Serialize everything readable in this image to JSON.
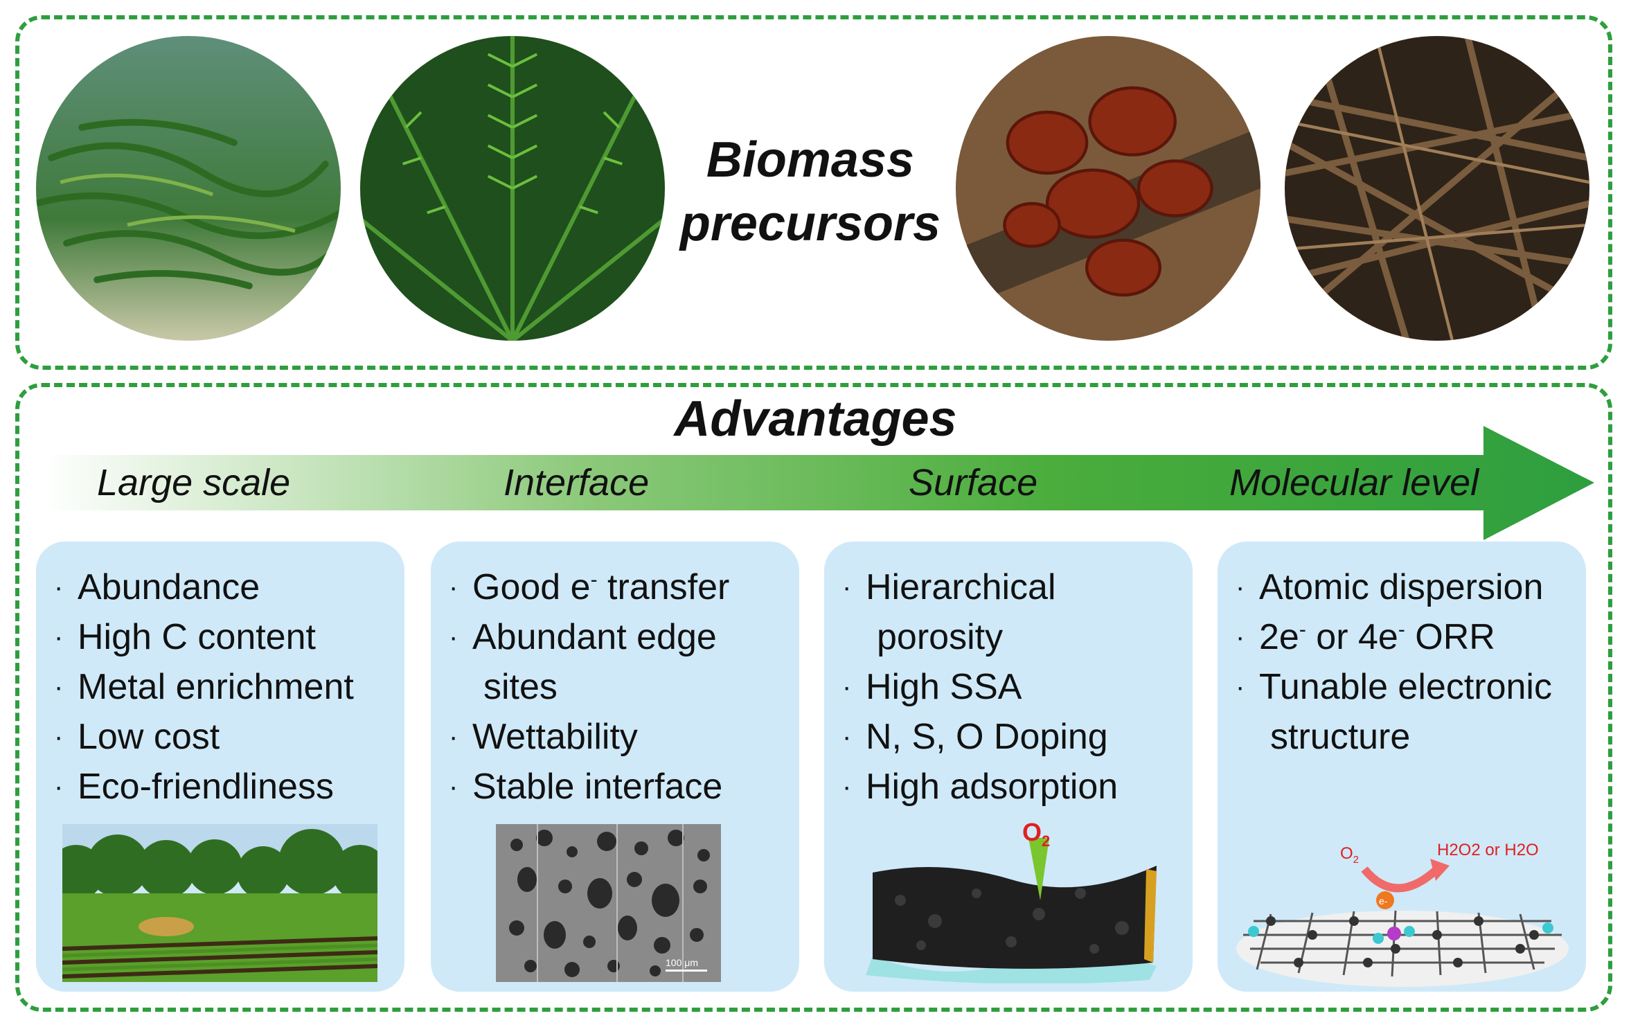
{
  "title": "Biomass precursors",
  "title_lines": [
    "Biomass",
    "precursors"
  ],
  "subtitle": "Advantages",
  "arrow_labels": [
    "Large scale",
    "Interface",
    "Surface",
    "Molecular level"
  ],
  "panels": [
    {
      "items": [
        {
          "text": "Abundance"
        },
        {
          "text": "High C content"
        },
        {
          "text": "Metal enrichment"
        },
        {
          "text": "Low cost"
        },
        {
          "text": "Eco-friendliness"
        }
      ]
    },
    {
      "items": [
        {
          "pre": "Good e",
          "sup": "-",
          "post": " transfer"
        },
        {
          "text": "Abundant edge",
          "cont": "sites"
        },
        {
          "text": "Wettability"
        },
        {
          "text": "Stable interface"
        }
      ]
    },
    {
      "items": [
        {
          "text": "Hierarchical",
          "cont": "porosity"
        },
        {
          "text": "High SSA"
        },
        {
          "text": "N, S, O Doping"
        },
        {
          "text": "High adsorption"
        }
      ]
    },
    {
      "items": [
        {
          "text": "Atomic dispersion"
        },
        {
          "a": "2e",
          "sa": "-",
          "b": " or 4e",
          "sb": "-",
          "c": " ORR"
        },
        {
          "text": "Tunable electronic",
          "cont": "structure"
        }
      ]
    }
  ],
  "bullet": "·",
  "sem_scale": "100 μm",
  "o2_label": "O",
  "o2_sub": "2",
  "graphene_o2": "O",
  "graphene_o2_sub": "2",
  "graphene_product": "H2O2 or H2O",
  "electron_label": "e-",
  "colors": {
    "frame": "#2e9e3e",
    "panel": "#cfe9f8",
    "arrow": "#2e9e3e"
  }
}
